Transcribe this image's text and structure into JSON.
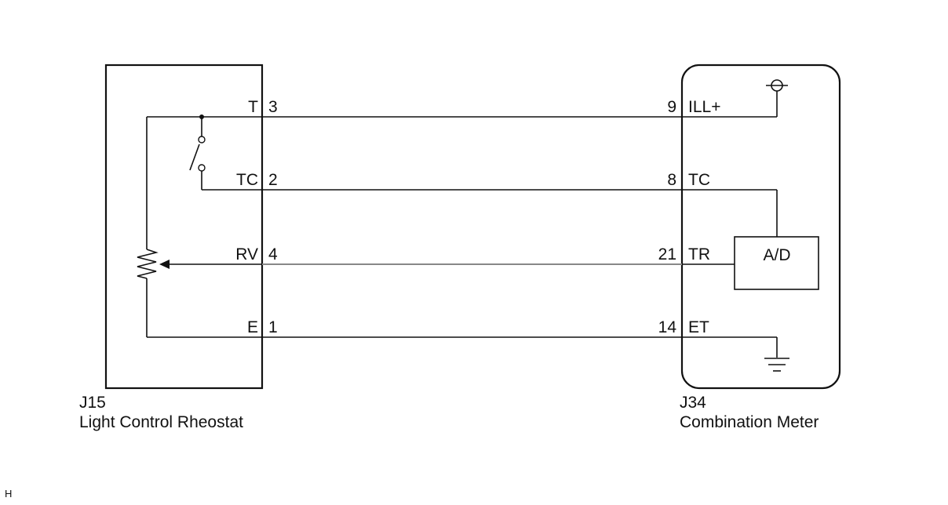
{
  "left_component": {
    "connector": "J15",
    "name": "Light Control Rheostat",
    "pins": [
      {
        "signal": "T",
        "pin": "3"
      },
      {
        "signal": "TC",
        "pin": "2"
      },
      {
        "signal": "RV",
        "pin": "4"
      },
      {
        "signal": "E",
        "pin": "1"
      }
    ]
  },
  "right_component": {
    "connector": "J34",
    "name": "Combination Meter",
    "pins": [
      {
        "pin": "9",
        "signal": "ILL+"
      },
      {
        "pin": "8",
        "signal": "TC"
      },
      {
        "pin": "21",
        "signal": "TR"
      },
      {
        "pin": "14",
        "signal": "ET"
      }
    ],
    "converter_label": "A/D"
  },
  "footer_mark": "H",
  "icons": [
    "switch-icon",
    "potentiometer-icon",
    "power-source-icon",
    "ground-icon"
  ]
}
